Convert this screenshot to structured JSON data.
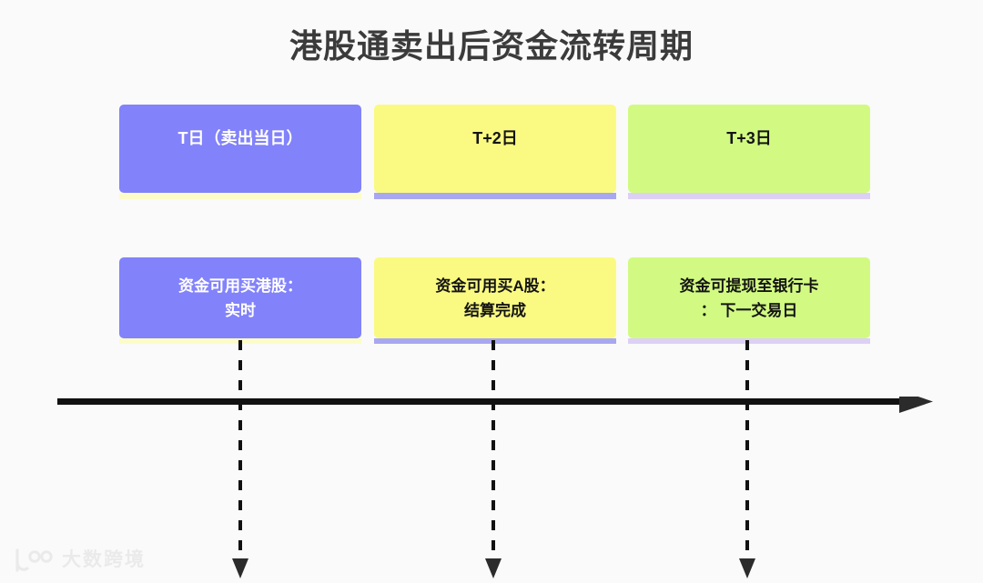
{
  "page": {
    "background_color": "#fafafa",
    "title": "港股通卖出后资金流转周期",
    "title_color": "#3b3b3b"
  },
  "stages": [
    {
      "id": "t-day",
      "label": "T日（卖出当日）",
      "fill_color": "#8282fa",
      "text_color": "#ffffff",
      "underline_color": "#fcfcc8",
      "detail": "资金可用买港股：\n实时",
      "detail_line_1": "资金可用买港股：",
      "detail_line_2": "实时"
    },
    {
      "id": "t-plus-2",
      "label": "T+2日",
      "fill_color": "#fafa82",
      "text_color": "#141414",
      "underline_color": "#a8a8f0",
      "detail": "资金可用买A股：\n结算完成",
      "detail_line_1": "资金可用买A股：",
      "detail_line_2": "结算完成"
    },
    {
      "id": "t-plus-3",
      "label": "T+3日",
      "fill_color": "#d2fa82",
      "text_color": "#141414",
      "underline_color": "#ddd0f5",
      "detail": "资金可提现至银行卡： 下一交易日",
      "detail_line_1": "资金可提现至银行卡",
      "detail_line_2": "： 下一交易日"
    }
  ],
  "timeline": {
    "icon": "right-arrow-axis",
    "color": "#111111",
    "direction": "right"
  },
  "connectors": {
    "icon": "dashed-down-arrow",
    "color": "#111111",
    "style": "dashed"
  },
  "watermark": {
    "text": "大数跨境",
    "color": "#e8e8e8"
  }
}
